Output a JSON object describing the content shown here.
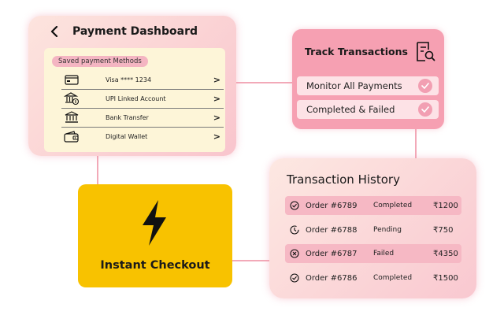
{
  "dashboard": {
    "title": "Payment Dashboard",
    "saved_label": "Saved payment Methods",
    "methods": [
      {
        "label": "Visa  **** 1234",
        "icon": "credit-card-icon"
      },
      {
        "label": "UPI Linked Account",
        "icon": "bank-upi-icon"
      },
      {
        "label": "Bank Transfer",
        "icon": "bank-icon"
      },
      {
        "label": "Digital Wallet",
        "icon": "wallet-icon"
      }
    ]
  },
  "track": {
    "title": "Track Transactions",
    "items": [
      {
        "label": "Monitor All Payments"
      },
      {
        "label": "Completed & Failed"
      }
    ]
  },
  "checkout": {
    "label": "Instant Checkout"
  },
  "history": {
    "title": "Transaction History",
    "rows": [
      {
        "order": "Order #6789",
        "status": "Completed",
        "amount": "₹1200",
        "icon": "check-circle-icon"
      },
      {
        "order": "Order #6788",
        "status": "Pending",
        "amount": "₹750",
        "icon": "clock-icon"
      },
      {
        "order": "Order #6787",
        "status": "Failed",
        "amount": "₹4350",
        "icon": "x-circle-icon"
      },
      {
        "order": "Order #6786",
        "status": "Completed",
        "amount": "₹1500",
        "icon": "check-circle-icon"
      }
    ]
  },
  "colors": {
    "accent_pink": "#f6a0b2",
    "checkout_yellow": "#f8c200",
    "panel_cream": "#fdf5d8"
  }
}
